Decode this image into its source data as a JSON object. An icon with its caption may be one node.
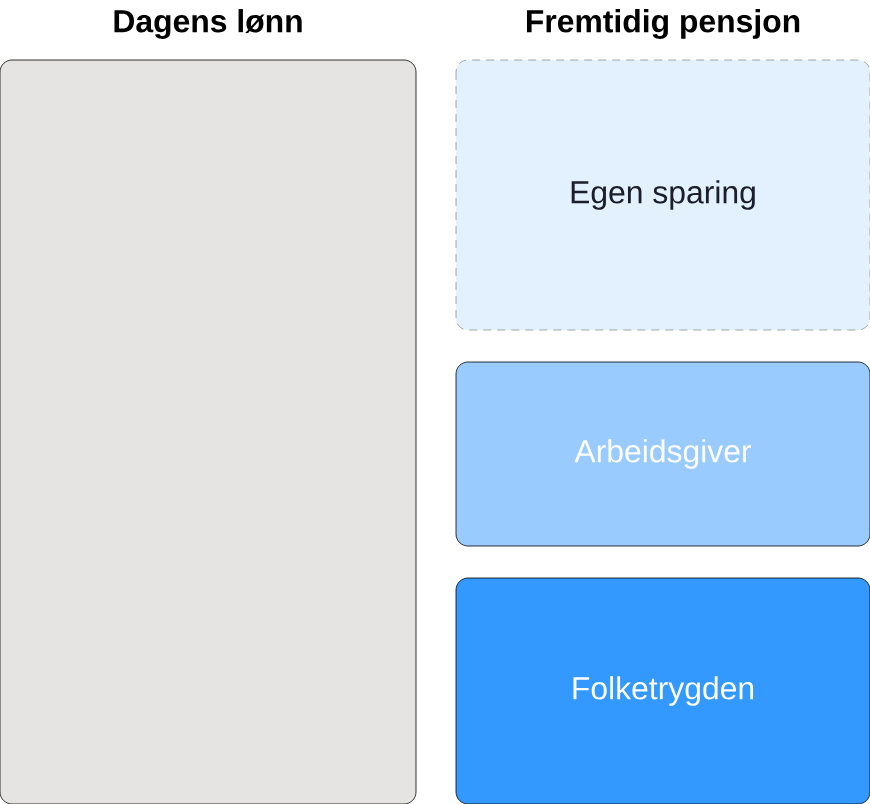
{
  "diagram": {
    "nodes": [
      {
        "text": [
          "Dagens lønn"
        ]
      },
      {
        "text": [
          "Egen sparing"
        ]
      },
      {
        "text": [
          "Arbeidsgiver"
        ]
      },
      {
        "text": [
          "Folketrygden"
        ]
      }
    ],
    "labels": [
      "Fremtidig pensjon"
    ]
  }
}
